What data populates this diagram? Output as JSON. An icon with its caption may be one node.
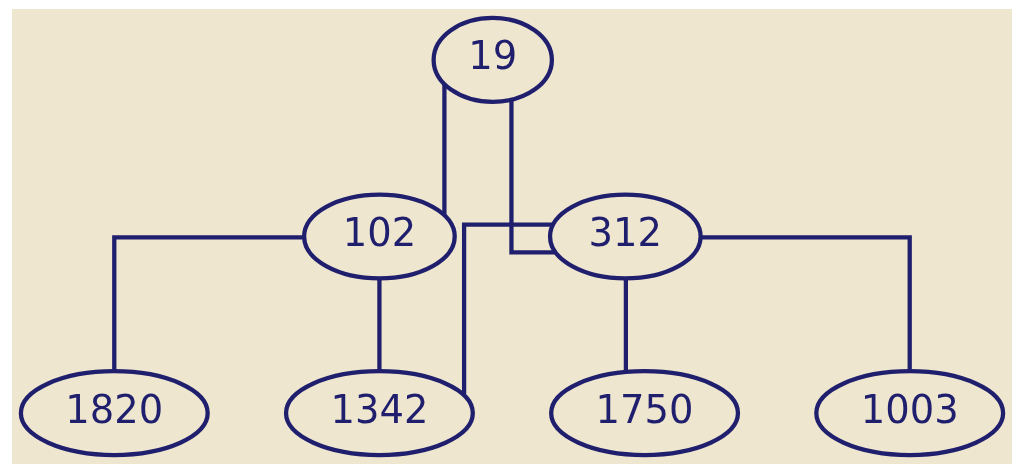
{
  "diagram": {
    "nodes": [
      {
        "text": [
          "19"
        ]
      },
      {
        "text": [
          "102"
        ]
      },
      {
        "text": [
          "312"
        ]
      },
      {
        "text": [
          "1820"
        ]
      },
      {
        "text": [
          "1342"
        ]
      },
      {
        "text": [
          "1750"
        ]
      },
      {
        "text": [
          "1003"
        ]
      }
    ],
    "edges": [
      {
        "from": 0,
        "to": 1,
        "arrow": "none"
      },
      {
        "from": 0,
        "to": 2,
        "arrow": "none"
      },
      {
        "from": 1,
        "to": 3,
        "arrow": "none"
      },
      {
        "from": 1,
        "to": 4,
        "arrow": "none"
      },
      {
        "from": 2,
        "to": 4,
        "arrow": "none"
      },
      {
        "from": 2,
        "to": 5,
        "arrow": "none"
      },
      {
        "from": 2,
        "to": 6,
        "arrow": "none"
      }
    ]
  }
}
